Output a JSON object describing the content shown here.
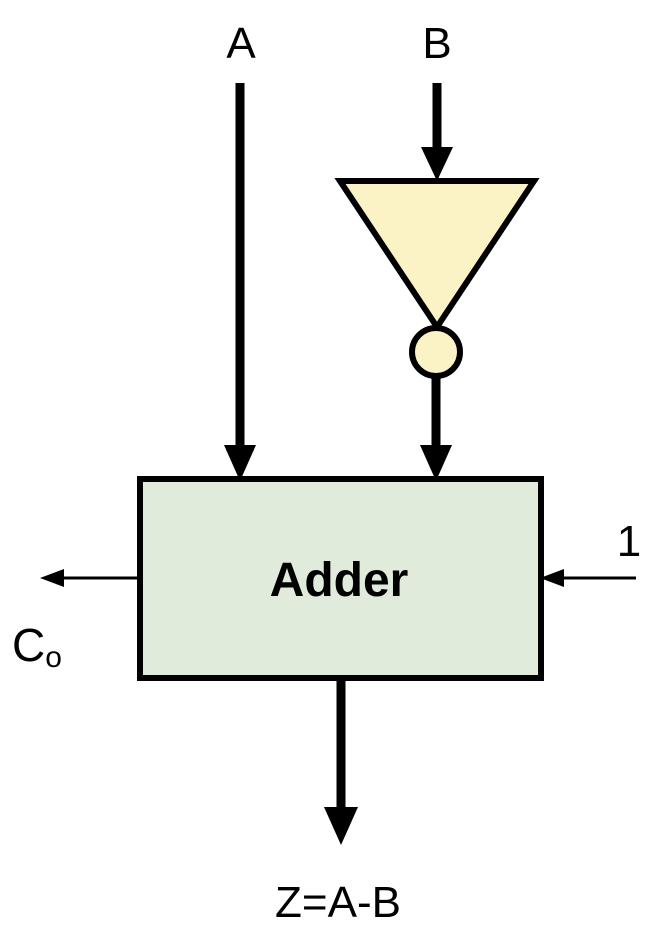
{
  "inputs": {
    "a_label": "A",
    "b_label": "B",
    "carry_in_label": "1"
  },
  "adder": {
    "label": "Adder"
  },
  "outputs": {
    "carry_out_main": "C",
    "carry_out_sub": "o",
    "result_label": "Z=A-B"
  },
  "colors": {
    "adder_fill": "#e1ebdc",
    "inverter_fill": "#fbf3c6",
    "stroke": "#000000"
  },
  "icons": {
    "inverter": "triangle-with-bubble",
    "arrowhead": "filled-triangle"
  }
}
